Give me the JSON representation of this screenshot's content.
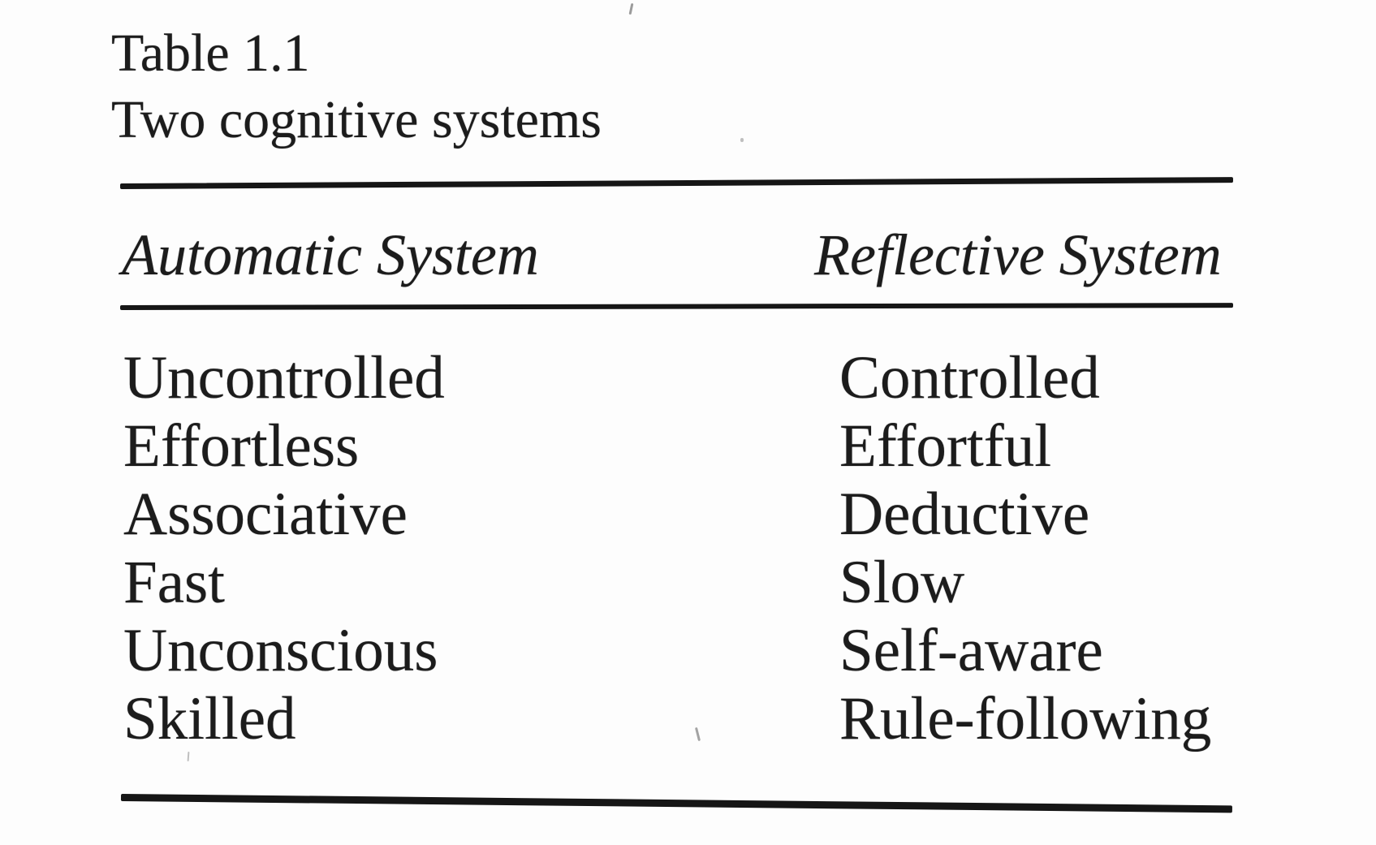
{
  "table": {
    "label": "Table 1.1",
    "caption": "Two cognitive systems",
    "columns": [
      {
        "label": "Automatic System"
      },
      {
        "label": "Reflective System"
      }
    ],
    "rows": [
      [
        "Uncontrolled",
        "Controlled"
      ],
      [
        "Effortless",
        "Effortful"
      ],
      [
        "Associative",
        "Deductive"
      ],
      [
        "Fast",
        "Slow"
      ],
      [
        "Unconscious",
        "Self-aware"
      ],
      [
        "Skilled",
        "Rule-following"
      ]
    ]
  },
  "colors": {
    "ink": "#1c1c1c",
    "paper": "#fdfdfd",
    "rule": "#161616"
  }
}
